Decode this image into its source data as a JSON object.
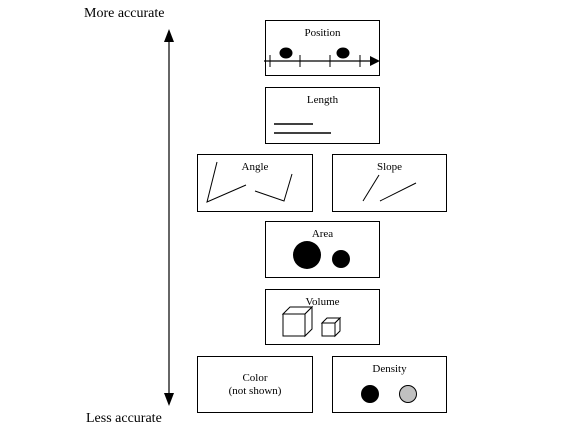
{
  "axis": {
    "top_label": "More accurate",
    "bottom_label": "Less accurate"
  },
  "panels": {
    "position": {
      "title": "Position"
    },
    "length": {
      "title": "Length"
    },
    "angle": {
      "title": "Angle"
    },
    "slope": {
      "title": "Slope"
    },
    "area": {
      "title": "Area"
    },
    "volume": {
      "title": "Volume"
    },
    "color": {
      "title_line1": "Color",
      "title_line2": "(not shown)"
    },
    "density": {
      "title": "Density"
    }
  },
  "colors": {
    "ink": "#000000",
    "background": "#ffffff",
    "density_light": "#c0c0c0"
  }
}
